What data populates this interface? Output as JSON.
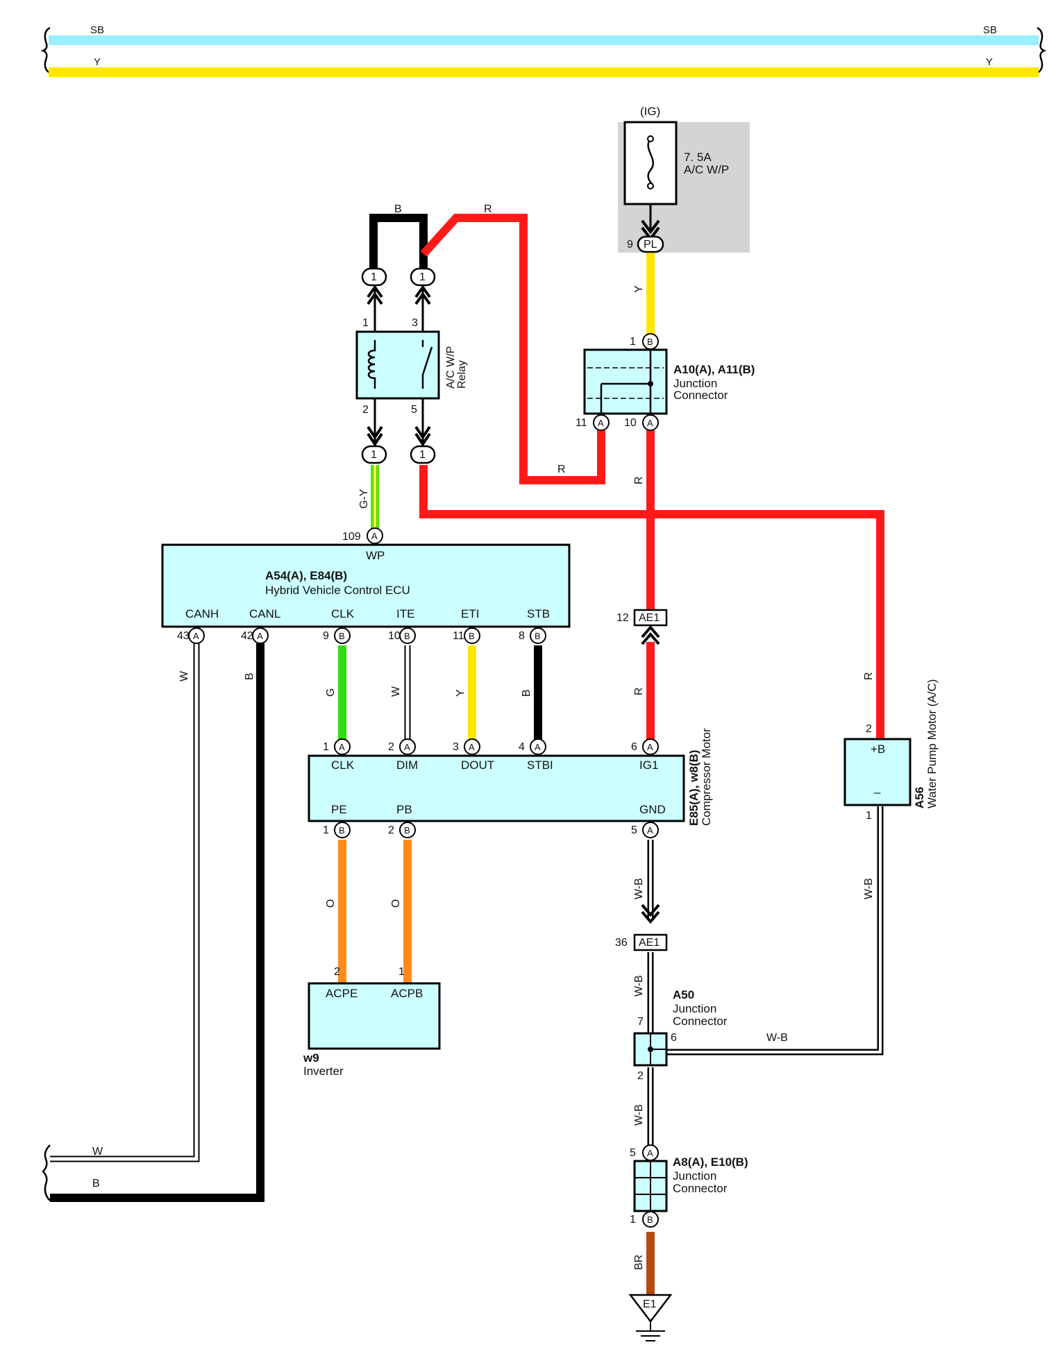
{
  "colors": {
    "SB": "#99eeff",
    "Y": "#ffe600",
    "R": "#ff1a1a",
    "B": "#000000",
    "G": "#33dd11",
    "O": "#ff8c1a",
    "BR": "#b84a10",
    "GY": "#66e000",
    "box_fill": "#ccffff",
    "fuse_panel": "#d4d4d4"
  },
  "bus": {
    "sb_label": "SB",
    "y_label": "Y"
  },
  "fuse": {
    "ig_label": "(IG)",
    "rating": "7. 5A",
    "name": "A/C W/P",
    "pin_num": "9",
    "conn": "PL"
  },
  "relay": {
    "name_line1": "A/C W/P",
    "name_line2": "Relay",
    "pin1": "1",
    "pin2": "2",
    "pin3": "3",
    "pin5": "5",
    "oval_label": "1"
  },
  "wire_labels": {
    "b_top": "B",
    "r_top": "R",
    "y_fuse": "Y",
    "r_jc": "R",
    "r_vert": "R",
    "gy": "G-Y",
    "r_ae1": "R",
    "w_can": "W",
    "b_can": "B",
    "g": "G",
    "w_ite": "W",
    "y_eti": "Y",
    "b_stb": "B",
    "o1": "O",
    "o2": "O",
    "wb1": "W-B",
    "wb2": "W-B",
    "wb3": "W-B",
    "wb_motor": "W-B",
    "r_motor": "R",
    "br": "BR",
    "wb_horiz": "W-B",
    "w_bottom": "W",
    "b_bottom": "B"
  },
  "jc_top": {
    "title": "A10(A), A11(B)",
    "line1": "Junction",
    "line2": "Connector",
    "pin_b1_num": "1",
    "pin_b1": "B",
    "pin_a11_num": "11",
    "pin_a11": "A",
    "pin_a10_num": "10",
    "pin_a10": "A"
  },
  "ecu": {
    "title": "A54(A), E84(B)",
    "name": "Hybrid Vehicle Control ECU",
    "wp": "WP",
    "wp_pin_num": "109",
    "wp_pin": "A",
    "pins": [
      {
        "label": "CANH",
        "num": "43",
        "conn": "A"
      },
      {
        "label": "CANL",
        "num": "42",
        "conn": "A"
      },
      {
        "label": "CLK",
        "num": "9",
        "conn": "B"
      },
      {
        "label": "ITE",
        "num": "10",
        "conn": "B"
      },
      {
        "label": "ETI",
        "num": "11",
        "conn": "B"
      },
      {
        "label": "STB",
        "num": "8",
        "conn": "B"
      }
    ]
  },
  "ae1": {
    "label": "AE1",
    "top_num": "12",
    "bottom_num": "36"
  },
  "compressor": {
    "title": "E85(A), w8(B)",
    "name": "Compressor Motor",
    "top_pins": [
      {
        "label": "CLK",
        "num": "1",
        "conn": "A"
      },
      {
        "label": "DIM",
        "num": "2",
        "conn": "A"
      },
      {
        "label": "DOUT",
        "num": "3",
        "conn": "A"
      },
      {
        "label": "STBI",
        "num": "4",
        "conn": "A"
      },
      {
        "label": "IG1",
        "num": "6",
        "conn": "A"
      }
    ],
    "bottom_pins": [
      {
        "label": "PE",
        "num": "1",
        "conn": "B"
      },
      {
        "label": "PB",
        "num": "2",
        "conn": "B"
      },
      {
        "label": "GND",
        "num": "5",
        "conn": "A"
      }
    ]
  },
  "inverter": {
    "title": "w9",
    "name": "Inverter",
    "acpe": "ACPE",
    "acpb": "ACPB",
    "acpe_num": "2",
    "acpb_num": "1"
  },
  "water_pump": {
    "title": "A56",
    "name": "Water Pump Motor (A/C)",
    "plus": "+B",
    "minus": "–",
    "pin_plus": "2",
    "pin_minus": "1"
  },
  "a50": {
    "title": "A50",
    "line1": "Junction",
    "line2": "Connector",
    "pin7": "7",
    "pin6": "6",
    "pin2": "2"
  },
  "jc_bottom": {
    "title": "A8(A), E10(B)",
    "line1": "Junction",
    "line2": "Connector",
    "pin_top_num": "5",
    "pin_top": "A",
    "pin_bot_num": "1",
    "pin_bot": "B"
  },
  "ground": {
    "label": "E1"
  }
}
